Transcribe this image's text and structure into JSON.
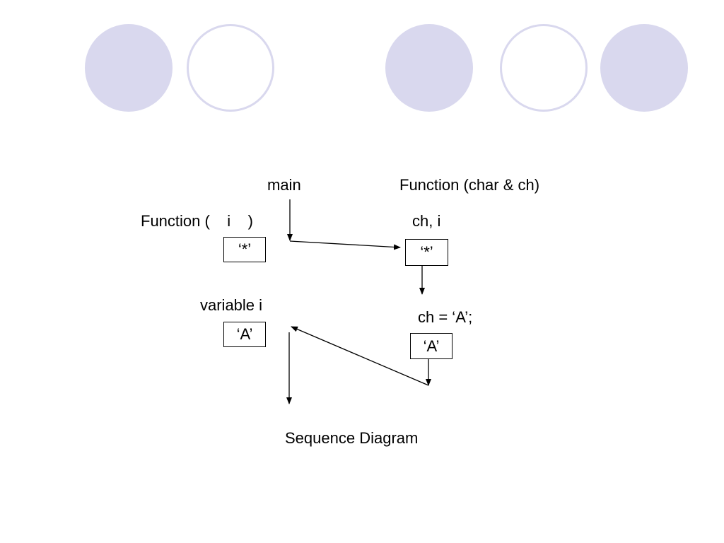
{
  "labels": {
    "main": "main",
    "function_char_ch": "Function (char & ch)",
    "function_i": "Function (    i    )",
    "ch_i": "ch, i",
    "variable_i": "variable i",
    "assignment": "ch = ‘A’;",
    "caption": "Sequence Diagram"
  },
  "boxes": {
    "left_top_value": "‘*’",
    "right_top_value": "‘*’",
    "left_bottom_value": "‘A’",
    "right_bottom_value": "‘A’"
  },
  "colors": {
    "decor_circle": "#d9d8ee",
    "line": "#000000"
  }
}
